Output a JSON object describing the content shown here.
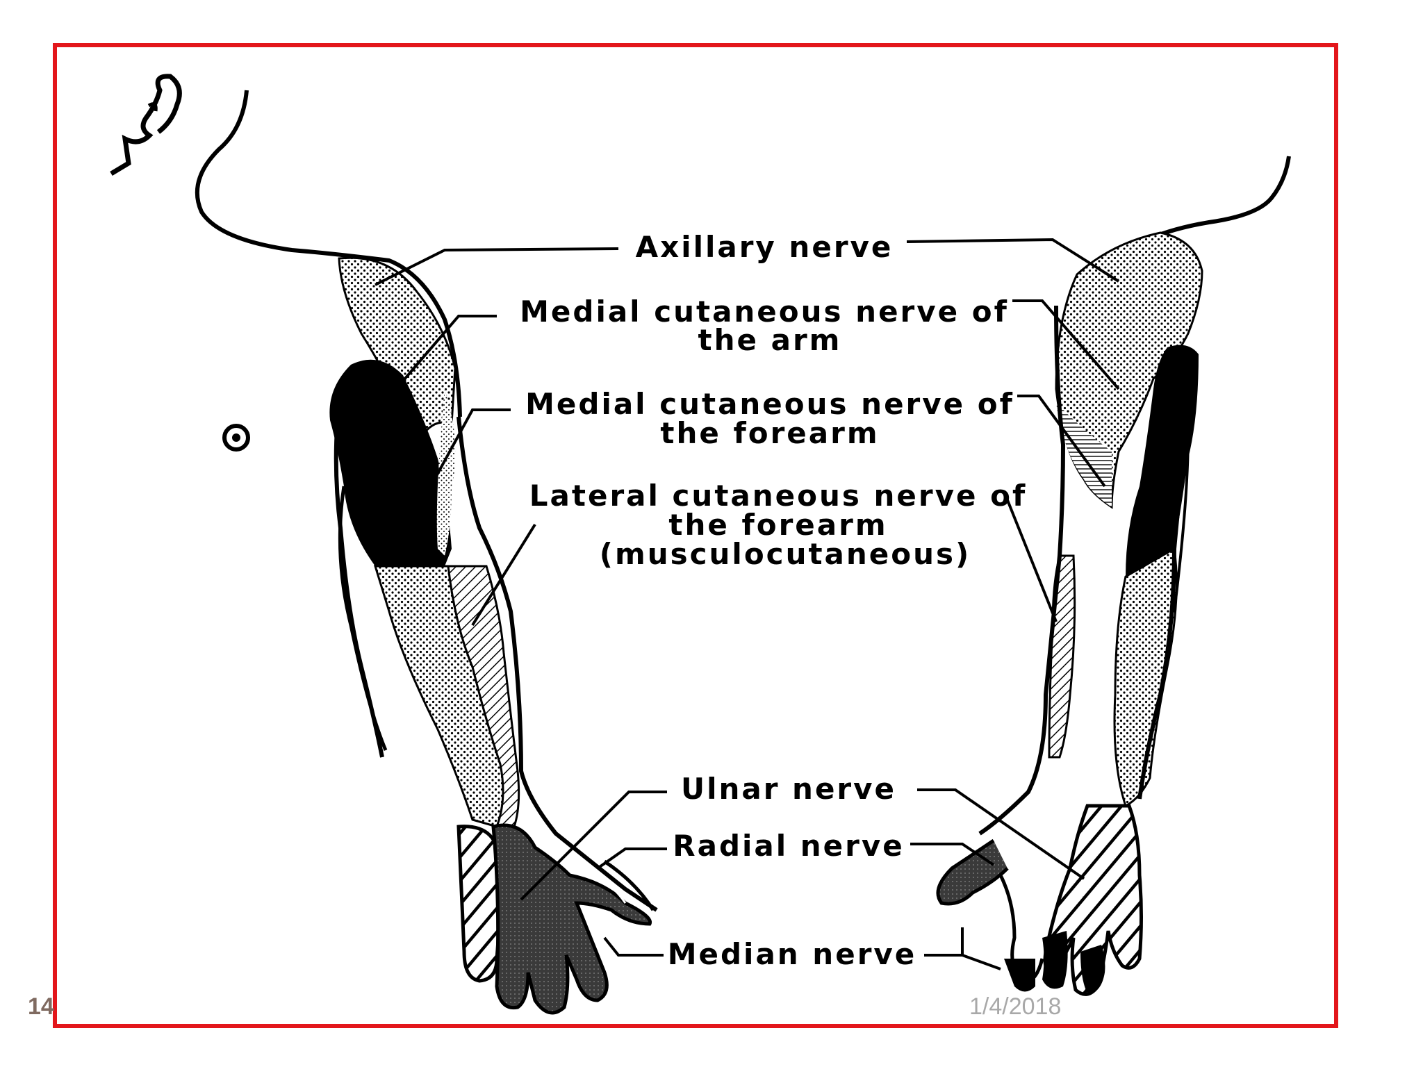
{
  "colors": {
    "frame": "#e3161b",
    "ink": "#000000",
    "footer": "#7f6a60",
    "date": "#a8a8a8"
  },
  "labels": {
    "axillary": "Axillary nerve",
    "medial_arm_1": "Medial cutaneous nerve of",
    "medial_arm_2": "the arm",
    "medial_forearm_1": "Medial cutaneous nerve of",
    "medial_forearm_2": "the forearm",
    "lateral_1": "Lateral cutaneous nerve of",
    "lateral_2": "the forearm",
    "lateral_3": "(musculocutaneous)",
    "ulnar": "Ulnar nerve",
    "radial": "Radial nerve",
    "median": "Median nerve"
  },
  "footer": {
    "slide_number": "14",
    "date": "1/4/2018"
  }
}
